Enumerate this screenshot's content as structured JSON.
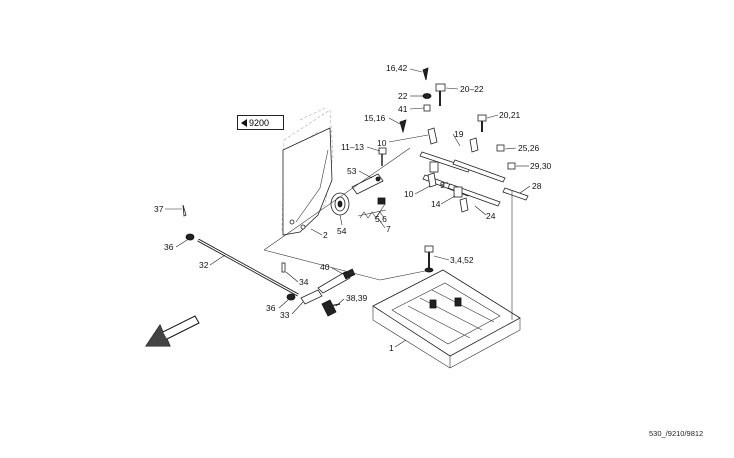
{
  "reference_box": {
    "label": "9200"
  },
  "document_code": "530_/9210/9812",
  "callouts": [
    {
      "id": "c-16-42",
      "text": "16,42"
    },
    {
      "id": "c-22",
      "text": "22"
    },
    {
      "id": "c-20-22",
      "text": "20–22"
    },
    {
      "id": "c-41",
      "text": "41"
    },
    {
      "id": "c-20-21",
      "text": "20,21"
    },
    {
      "id": "c-15-16",
      "text": "15,16"
    },
    {
      "id": "c-10a",
      "text": "10"
    },
    {
      "id": "c-19",
      "text": "19"
    },
    {
      "id": "c-25-26",
      "text": "25,26"
    },
    {
      "id": "c-11-13",
      "text": "11–13"
    },
    {
      "id": "c-29-30",
      "text": "29,30"
    },
    {
      "id": "c-53",
      "text": "53"
    },
    {
      "id": "c-28",
      "text": "28"
    },
    {
      "id": "c-10b",
      "text": "10"
    },
    {
      "id": "c-9",
      "text": "9"
    },
    {
      "id": "c-14",
      "text": "14"
    },
    {
      "id": "c-24",
      "text": "24"
    },
    {
      "id": "c-37",
      "text": "37"
    },
    {
      "id": "c-5-6",
      "text": "5,6"
    },
    {
      "id": "c-54",
      "text": "54"
    },
    {
      "id": "c-7",
      "text": "7"
    },
    {
      "id": "c-2",
      "text": "2"
    },
    {
      "id": "c-36a",
      "text": "36"
    },
    {
      "id": "c-3-4-52",
      "text": "3,4,52"
    },
    {
      "id": "c-32",
      "text": "32"
    },
    {
      "id": "c-40",
      "text": "40"
    },
    {
      "id": "c-34",
      "text": "34"
    },
    {
      "id": "c-38-39",
      "text": "38,39"
    },
    {
      "id": "c-36b",
      "text": "36"
    },
    {
      "id": "c-33",
      "text": "33"
    },
    {
      "id": "c-1",
      "text": "1"
    }
  ]
}
